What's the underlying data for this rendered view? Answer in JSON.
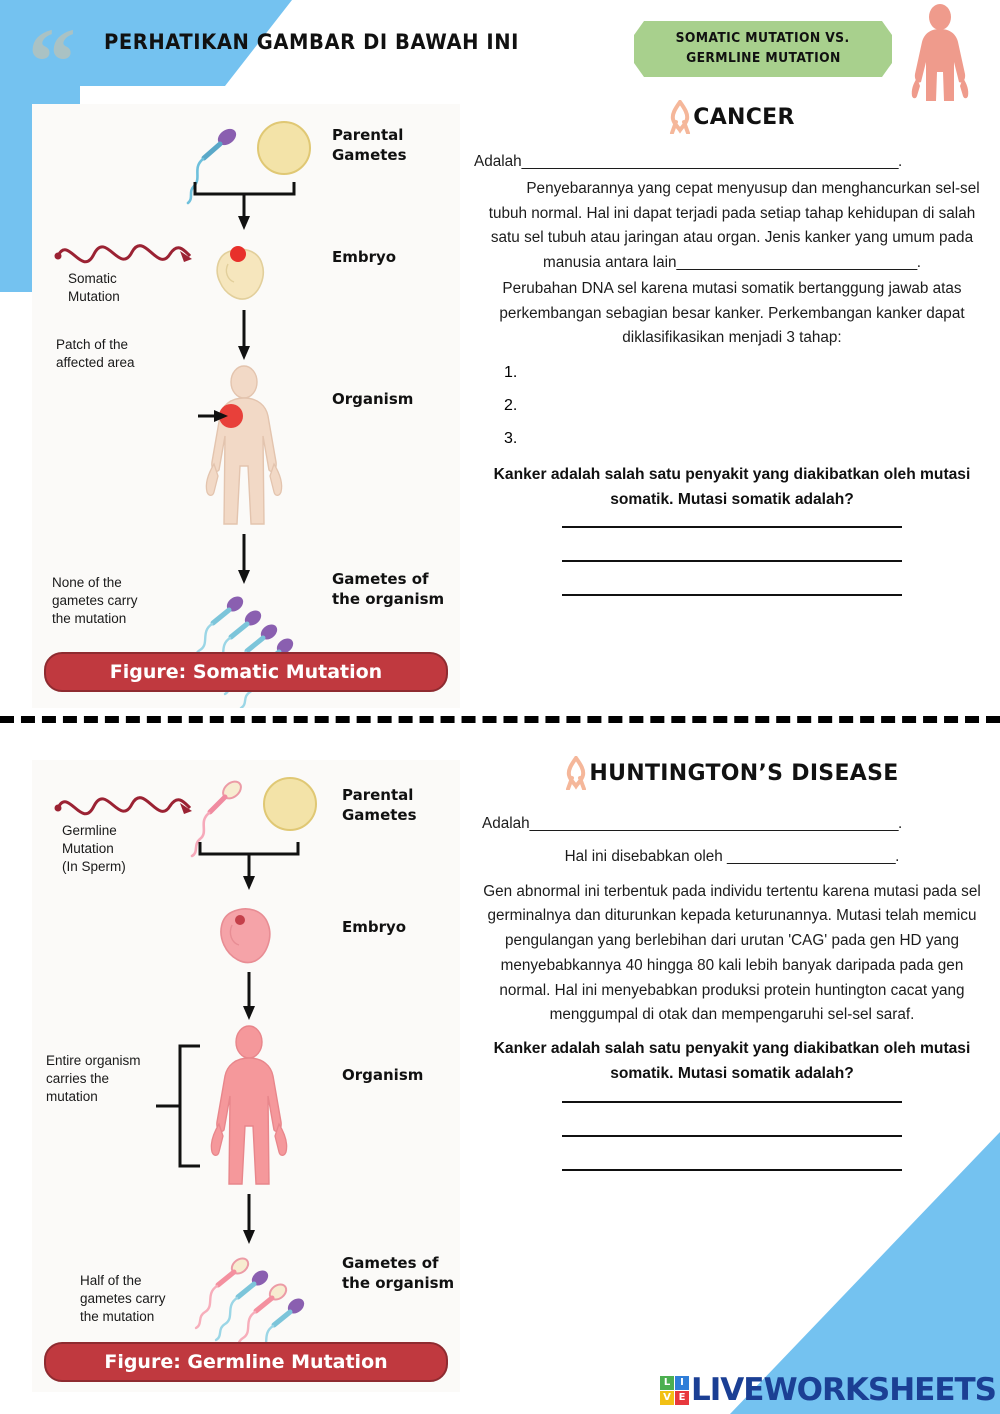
{
  "header": {
    "quote_glyph": "“",
    "heading": "PERHATIKAN GAMBAR DI BAWAH INI",
    "badge_line1": "SOMATIC MUTATION VS.",
    "badge_line2": "GERMLINE MUTATION"
  },
  "colors": {
    "blue": "#74c2f0",
    "green_badge": "#a8d08d",
    "figure_label_red": "#c0393f",
    "ribbon_peach": "#f5b79a",
    "human_peach": "#ef9b8c",
    "panel_bg": "#fbfaf8",
    "logo_blue": "#1b3f94"
  },
  "figures": [
    {
      "id": "somatic",
      "caption": "Figure: Somatic Mutation",
      "stages": [
        "Parental\nGametes",
        "Embryo",
        "Organism",
        "Gametes of\nthe organism"
      ],
      "annotations": [
        "Somatic\nMutation",
        "Patch of the\naffected area",
        "None of the\ngametes carry\nthe mutation"
      ]
    },
    {
      "id": "germline",
      "caption": "Figure: Germline Mutation",
      "stages": [
        "Parental\nGametes",
        "Embryo",
        "Organism",
        "Gametes of\nthe organism"
      ],
      "annotations": [
        "Germline\nMutation\n(In Sperm)",
        "Entire organism\ncarries the\nmutation",
        "Half of the\ngametes carry\nthe mutation"
      ]
    }
  ],
  "sections": [
    {
      "id": "cancer",
      "title": "CANCER",
      "lead_label": "Adalah",
      "lead_fill": "_______________________________________________",
      "lead_end": ".",
      "body": "Penyebarannya yang cepat menyusup dan menghancurkan sel-sel tubuh normal. Hal ini dapat terjadi pada setiap tahap kehidupan di salah satu sel tubuh atau jaringan atau organ. Jenis kanker yang umum pada manusia antara lain",
      "body_fill": "______________________________",
      "body_end": ".",
      "body2": "Perubahan DNA sel karena mutasi somatik bertanggung jawab atas perkembangan sebagian besar kanker. Perkembangan kanker dapat diklasifikasikan menjadi 3 tahap:",
      "list": [
        "1.",
        "2.",
        "3."
      ],
      "question": "Kanker adalah salah satu penyakit yang diakibatkan oleh mutasi somatik. Mutasi somatik adalah?",
      "answer_line_count": 3
    },
    {
      "id": "huntington",
      "title": "HUNTINGTON’S DISEASE",
      "lead_label": "Adalah",
      "lead_fill": "______________________________________________",
      "lead_end": ".",
      "cause_label": "Hal ini disebabkan oleh",
      "cause_fill": "_____________________",
      "cause_end": ".",
      "body": "Gen abnormal ini terbentuk pada individu tertentu karena mutasi pada sel germinalnya dan diturunkan kepada keturunannya. Mutasi telah memicu pengulangan yang berlebihan dari urutan 'CAG' pada gen HD yang menyebabkannya 40 hingga 80 kali lebih banyak daripada pada gen normal. Hal ini menyebabkan produksi protein huntington cacat yang menggumpal di otak dan mempengaruhi sel-sel saraf.",
      "question": "Kanker adalah salah satu penyakit yang diakibatkan oleh mutasi somatik. Mutasi somatik adalah?",
      "answer_line_count": 3
    }
  ],
  "footer": {
    "logo_tiles": [
      "L",
      "I",
      "V",
      "E"
    ],
    "logo_word": "LIVEWORKSHEETS"
  }
}
